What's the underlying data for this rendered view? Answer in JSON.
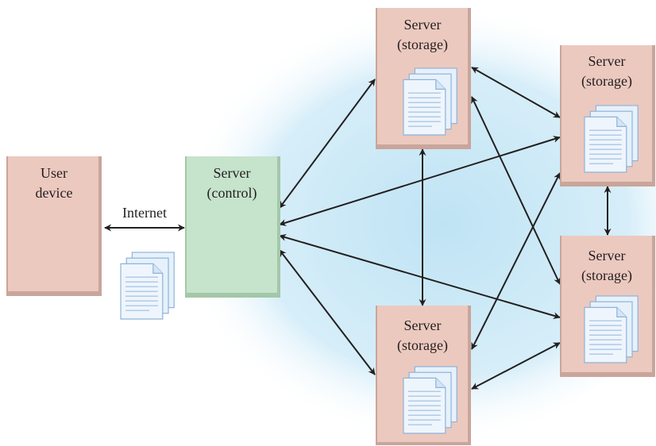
{
  "nodes": {
    "user_device": {
      "line1": "User",
      "line2": "device"
    },
    "control_server": {
      "line1": "Server",
      "line2": "(control)"
    },
    "storage_top": {
      "line1": "Server",
      "line2": "(storage)"
    },
    "storage_upper_right": {
      "line1": "Server",
      "line2": "(storage)"
    },
    "storage_lower_right": {
      "line1": "Server",
      "line2": "(storage)"
    },
    "storage_bottom": {
      "line1": "Server",
      "line2": "(storage)"
    }
  },
  "edges": {
    "internet_label": "Internet"
  },
  "colors": {
    "storage_fill": "#ecc9bf",
    "storage_border": "#c9a59b",
    "control_fill": "#c6e3cb",
    "control_border": "#a3c7a8",
    "user_fill": "#ecc9bf",
    "cloud": "#bfe3f4",
    "arrow": "#231f20",
    "document_fill": "#e6f1fb",
    "document_line": "#8fb3d9"
  }
}
